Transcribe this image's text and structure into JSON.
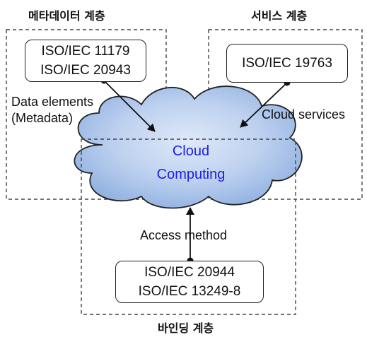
{
  "layers": {
    "metadata": {
      "title": "메타데이터 계층"
    },
    "service": {
      "title": "서비스 계층"
    },
    "binding": {
      "title": "바인딩 계층"
    }
  },
  "boxes": {
    "metadata_standards": [
      "ISO/IEC 11179",
      "ISO/IEC 20943"
    ],
    "service_standards": [
      "ISO/IEC 19763"
    ],
    "binding_standards": [
      "ISO/IEC 20944",
      "ISO/IEC 13249-8"
    ]
  },
  "cloud": {
    "line1": "Cloud",
    "line2": "Computing",
    "fill_color": "#a9c2ea",
    "text_color": "#1e1ee6"
  },
  "connectors": {
    "data_elements": [
      "Data elements",
      "(Metadata)"
    ],
    "cloud_services": "Cloud services",
    "access_method": "Access method"
  }
}
